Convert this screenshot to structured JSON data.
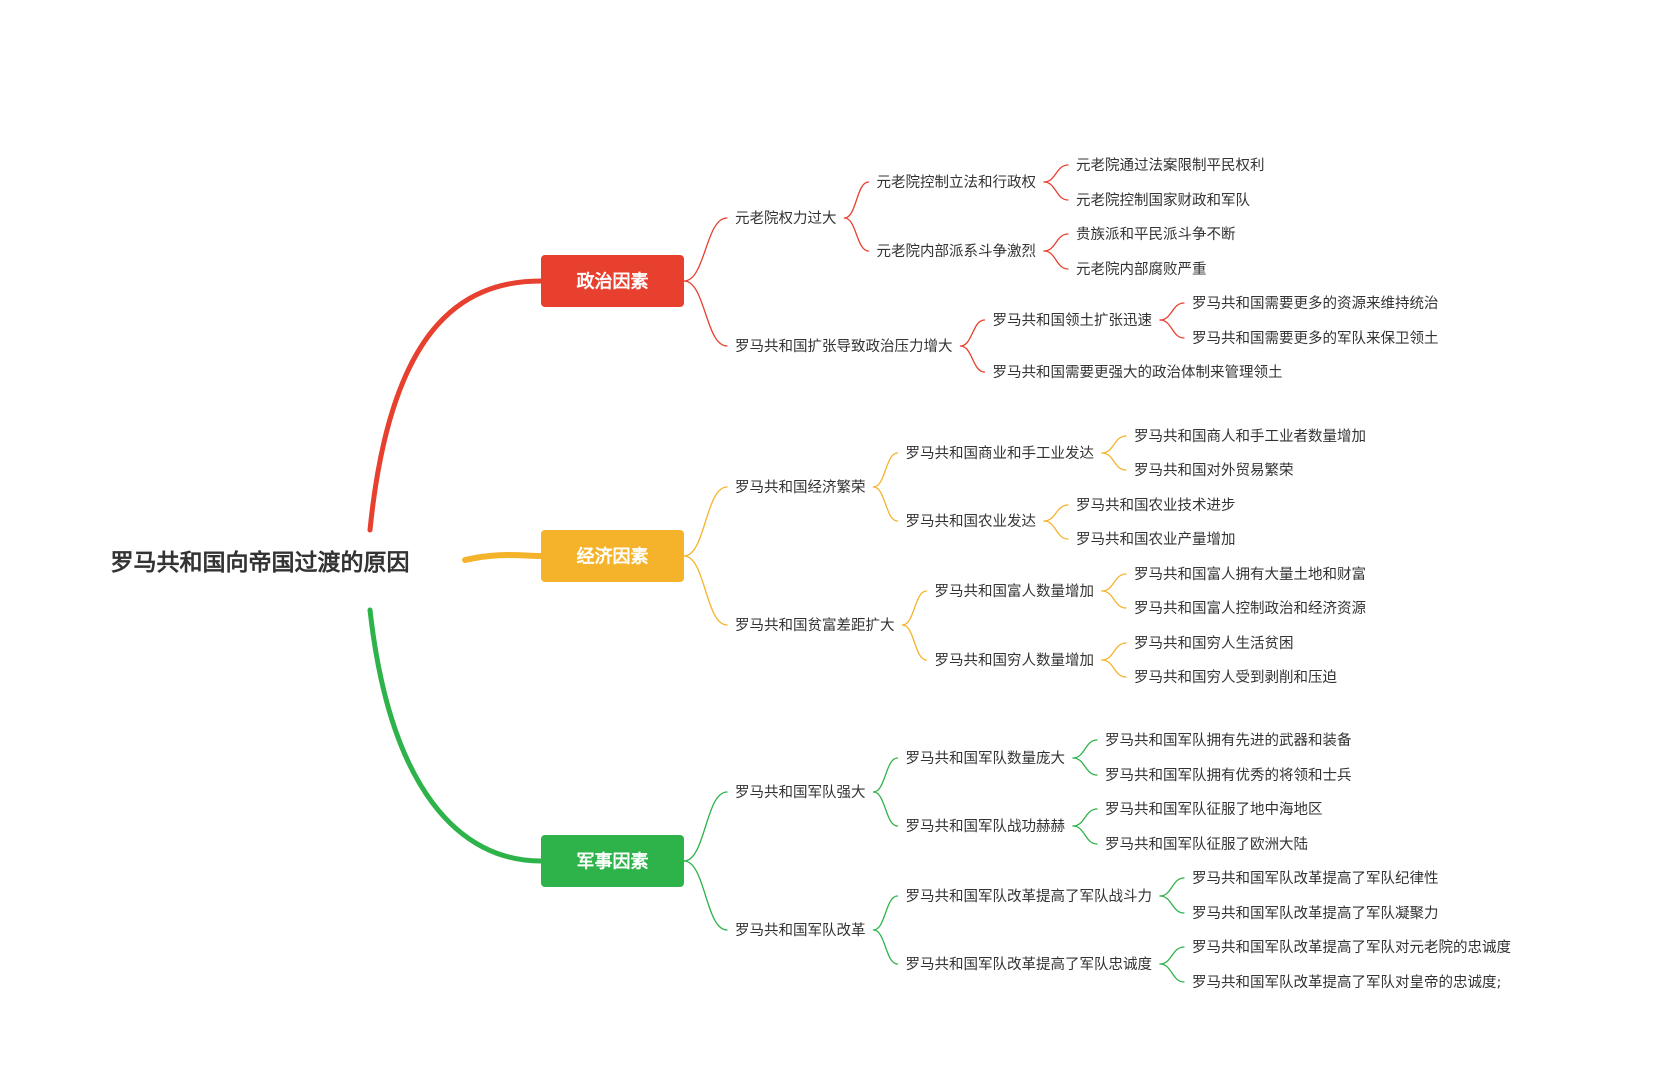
{
  "root": {
    "label": "罗马共和国向帝国过渡的原因"
  },
  "branches": [
    {
      "label": "政治因素",
      "color": "#e8402f",
      "children": [
        {
          "label": "元老院权力过大",
          "children": [
            {
              "label": "元老院控制立法和行政权",
              "children": [
                {
                  "label": "元老院通过法案限制平民权利"
                },
                {
                  "label": "元老院控制国家财政和军队"
                }
              ]
            },
            {
              "label": "元老院内部派系斗争激烈",
              "children": [
                {
                  "label": "贵族派和平民派斗争不断"
                },
                {
                  "label": "元老院内部腐败严重"
                }
              ]
            }
          ]
        },
        {
          "label": "罗马共和国扩张导致政治压力增大",
          "children": [
            {
              "label": "罗马共和国领土扩张迅速",
              "children": [
                {
                  "label": "罗马共和国需要更多的资源来维持统治"
                },
                {
                  "label": "罗马共和国需要更多的军队来保卫领土"
                }
              ]
            },
            {
              "label": "罗马共和国需要更强大的政治体制来管理领土"
            }
          ]
        }
      ]
    },
    {
      "label": "经济因素",
      "color": "#f5b32c",
      "children": [
        {
          "label": "罗马共和国经济繁荣",
          "children": [
            {
              "label": "罗马共和国商业和手工业发达",
              "children": [
                {
                  "label": "罗马共和国商人和手工业者数量增加"
                },
                {
                  "label": "罗马共和国对外贸易繁荣"
                }
              ]
            },
            {
              "label": "罗马共和国农业发达",
              "children": [
                {
                  "label": "罗马共和国农业技术进步"
                },
                {
                  "label": "罗马共和国农业产量增加"
                }
              ]
            }
          ]
        },
        {
          "label": "罗马共和国贫富差距扩大",
          "children": [
            {
              "label": "罗马共和国富人数量增加",
              "children": [
                {
                  "label": "罗马共和国富人拥有大量土地和财富"
                },
                {
                  "label": "罗马共和国富人控制政治和经济资源"
                }
              ]
            },
            {
              "label": "罗马共和国穷人数量增加",
              "children": [
                {
                  "label": "罗马共和国穷人生活贫困"
                },
                {
                  "label": "罗马共和国穷人受到剥削和压迫"
                }
              ]
            }
          ]
        }
      ]
    },
    {
      "label": "军事因素",
      "color": "#2eb34a",
      "children": [
        {
          "label": "罗马共和国军队强大",
          "children": [
            {
              "label": "罗马共和国军队数量庞大",
              "children": [
                {
                  "label": "罗马共和国军队拥有先进的武器和装备"
                },
                {
                  "label": "罗马共和国军队拥有优秀的将领和士兵"
                }
              ]
            },
            {
              "label": "罗马共和国军队战功赫赫",
              "children": [
                {
                  "label": "罗马共和国军队征服了地中海地区"
                },
                {
                  "label": "罗马共和国军队征服了欧洲大陆"
                }
              ]
            }
          ]
        },
        {
          "label": "罗马共和国军队改革",
          "children": [
            {
              "label": "罗马共和国军队改革提高了军队战斗力",
              "children": [
                {
                  "label": "罗马共和国军队改革提高了军队纪律性"
                },
                {
                  "label": "罗马共和国军队改革提高了军队凝聚力"
                }
              ]
            },
            {
              "label": "罗马共和国军队改革提高了军队忠诚度",
              "children": [
                {
                  "label": "罗马共和国军队改革提高了军队对元老院的忠诚度"
                },
                {
                  "label": "罗马共和国军队改革提高了军队对皇帝的忠诚度;"
                }
              ]
            }
          ]
        }
      ]
    }
  ]
}
